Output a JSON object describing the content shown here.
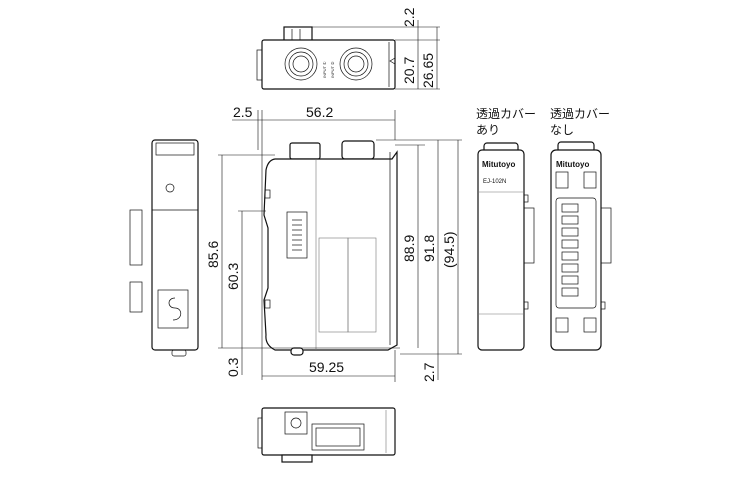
{
  "labels": {
    "with_cover": [
      "透過カバー",
      "あり"
    ],
    "without_cover": [
      "透過カバー",
      "なし"
    ],
    "brand": "Mitutoyo",
    "model": "EJ-102N",
    "input1": "INPUT ①",
    "input2": "INPUT ②"
  },
  "dimensions": {
    "top_tab": "2.2",
    "top_body": "20.7",
    "top_total": "26.65",
    "rail_offset": "2.5",
    "depth": "56.2",
    "height": "85.6",
    "rail_height": "60.3",
    "bottom_offset": "0.3",
    "total_depth": "59.25",
    "h1": "88.9",
    "h2": "91.8",
    "h3": "(94.5)",
    "bottom_right": "2.7"
  }
}
